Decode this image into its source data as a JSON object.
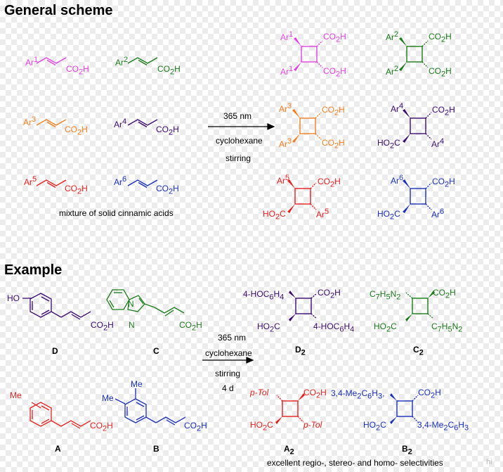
{
  "titles": {
    "general": "General scheme",
    "example": "Example"
  },
  "general": {
    "mixture_label": "mixture of solid cinnamic acids",
    "conditions": [
      "365 nm",
      "cyclohexane",
      "stirring"
    ],
    "reactants": [
      {
        "ar": "Ar",
        "sup": "1",
        "acid": "CO",
        "sub": "2",
        "tail": "H",
        "color": "#e040e0"
      },
      {
        "ar": "Ar",
        "sup": "2",
        "acid": "CO",
        "sub": "2",
        "tail": "H",
        "color": "#1a7a1a"
      },
      {
        "ar": "Ar",
        "sup": "3",
        "acid": "CO",
        "sub": "2",
        "tail": "H",
        "color": "#f07f20"
      },
      {
        "ar": "Ar",
        "sup": "4",
        "acid": "CO",
        "sub": "2",
        "tail": "H",
        "color": "#3a0a6e"
      },
      {
        "ar": "Ar",
        "sup": "5",
        "acid": "CO",
        "sub": "2",
        "tail": "H",
        "color": "#e32020"
      },
      {
        "ar": "Ar",
        "sup": "6",
        "acid": "CO",
        "sub": "2",
        "tail": "H",
        "color": "#1a2fb8"
      }
    ]
  },
  "example": {
    "conditions": [
      "365 nm",
      "cyclohexane",
      "stirring",
      "4 d"
    ],
    "labels": {
      "D": "D",
      "C": "C",
      "A": "A",
      "B": "B",
      "D2": "D",
      "C2": "C",
      "A2": "A",
      "B2": "B",
      "sub2": "2"
    },
    "ho": "HO",
    "me": "Me",
    "n": "N",
    "footnote": "excellent regio-, stereo- and homo- selectivities",
    "products": {
      "d2_top": "4-HOC",
      "d2_sub6": "6",
      "d2_h": "H",
      "d2_sub4": "4",
      "c2_top": "C",
      "c2_sub7": "7",
      "c2_h": "H",
      "c2_sub5": "5",
      "c2_n": "N",
      "c2_sub2": "2",
      "ptol": "p-Tol",
      "b2_sub": "3,4-Me",
      "b2_sub2": "2",
      "b2_c": "C",
      "b2_sub6": "6",
      "b2_h": "H",
      "b2_sub3": "3",
      "ho2c_a": "HO",
      "ho2c_b": "C",
      "ho2c_sub": "2"
    }
  },
  "watermark": "hi"
}
